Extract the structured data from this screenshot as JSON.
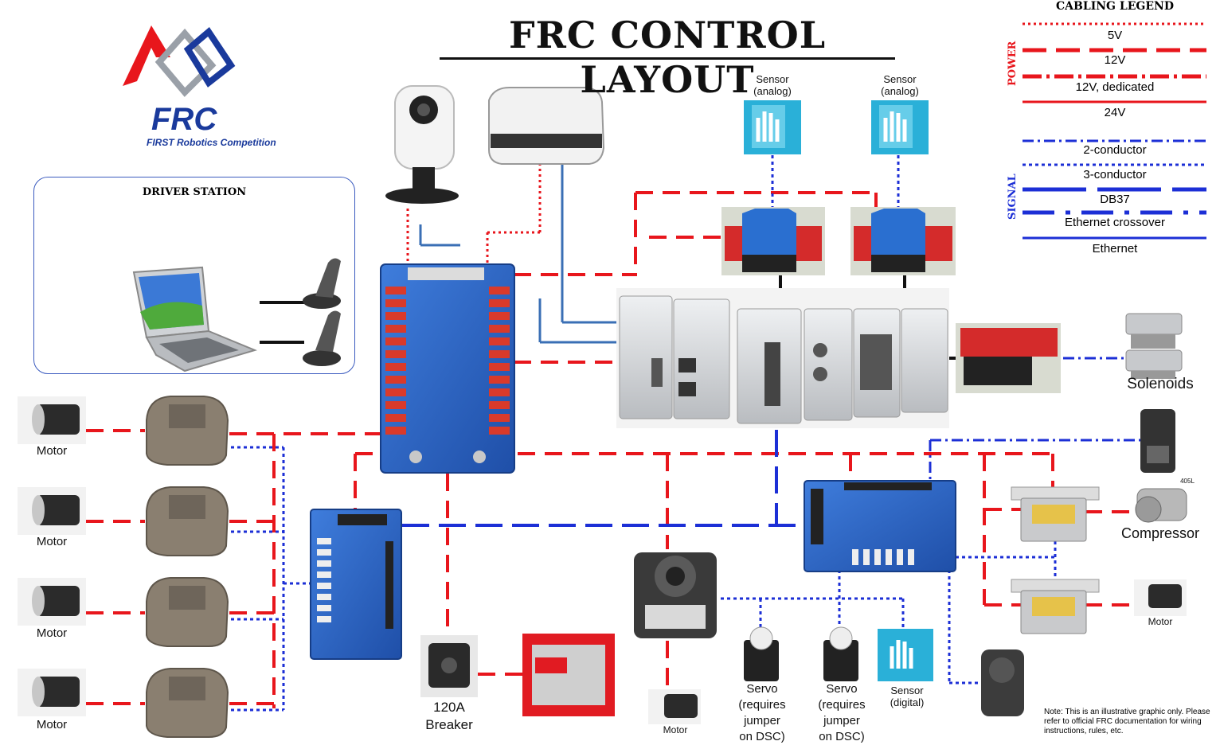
{
  "title": "FRC CONTROL LAYOUT",
  "logo": {
    "text": "FRC",
    "subtitle": "FIRST Robotics Competition"
  },
  "driver_station": {
    "title": "DRIVER STATION"
  },
  "legend": {
    "title": "CABLING LEGEND",
    "power_label": "POWER",
    "signal_label": "SIGNAL",
    "power_items": [
      "5V",
      "12V",
      "12V, dedicated",
      "24V"
    ],
    "signal_items": [
      "2-conductor",
      "3-conductor",
      "DB37",
      "Ethernet crossover",
      "Ethernet"
    ]
  },
  "components": {
    "sensor_analog_1": "Sensor\n(analog)",
    "sensor_analog_2": "Sensor\n(analog)",
    "solenoids": "Solenoids",
    "compressor": "Compressor",
    "motor_right": "Motor",
    "motor_bottom": "Motor",
    "motors_left": [
      "Motor",
      "Motor",
      "Motor",
      "Motor"
    ],
    "breaker": "120A\nBreaker",
    "servo_1": "Servo\n(requires\njumper\non DSC)",
    "servo_2": "Servo\n(requires\njumper\non DSC)",
    "sensor_digital": "Sensor\n(digital)",
    "pressure_switch_label": "405L"
  },
  "note": "Note: This is an illustrative graphic only. Please refer to official FRC documentation for wiring instructions, rules, etc.",
  "colors": {
    "power": "#e8161c",
    "signal": "#1c2fd6",
    "ethernet": "#3a6fb5",
    "device_blue": "#2563c9"
  }
}
